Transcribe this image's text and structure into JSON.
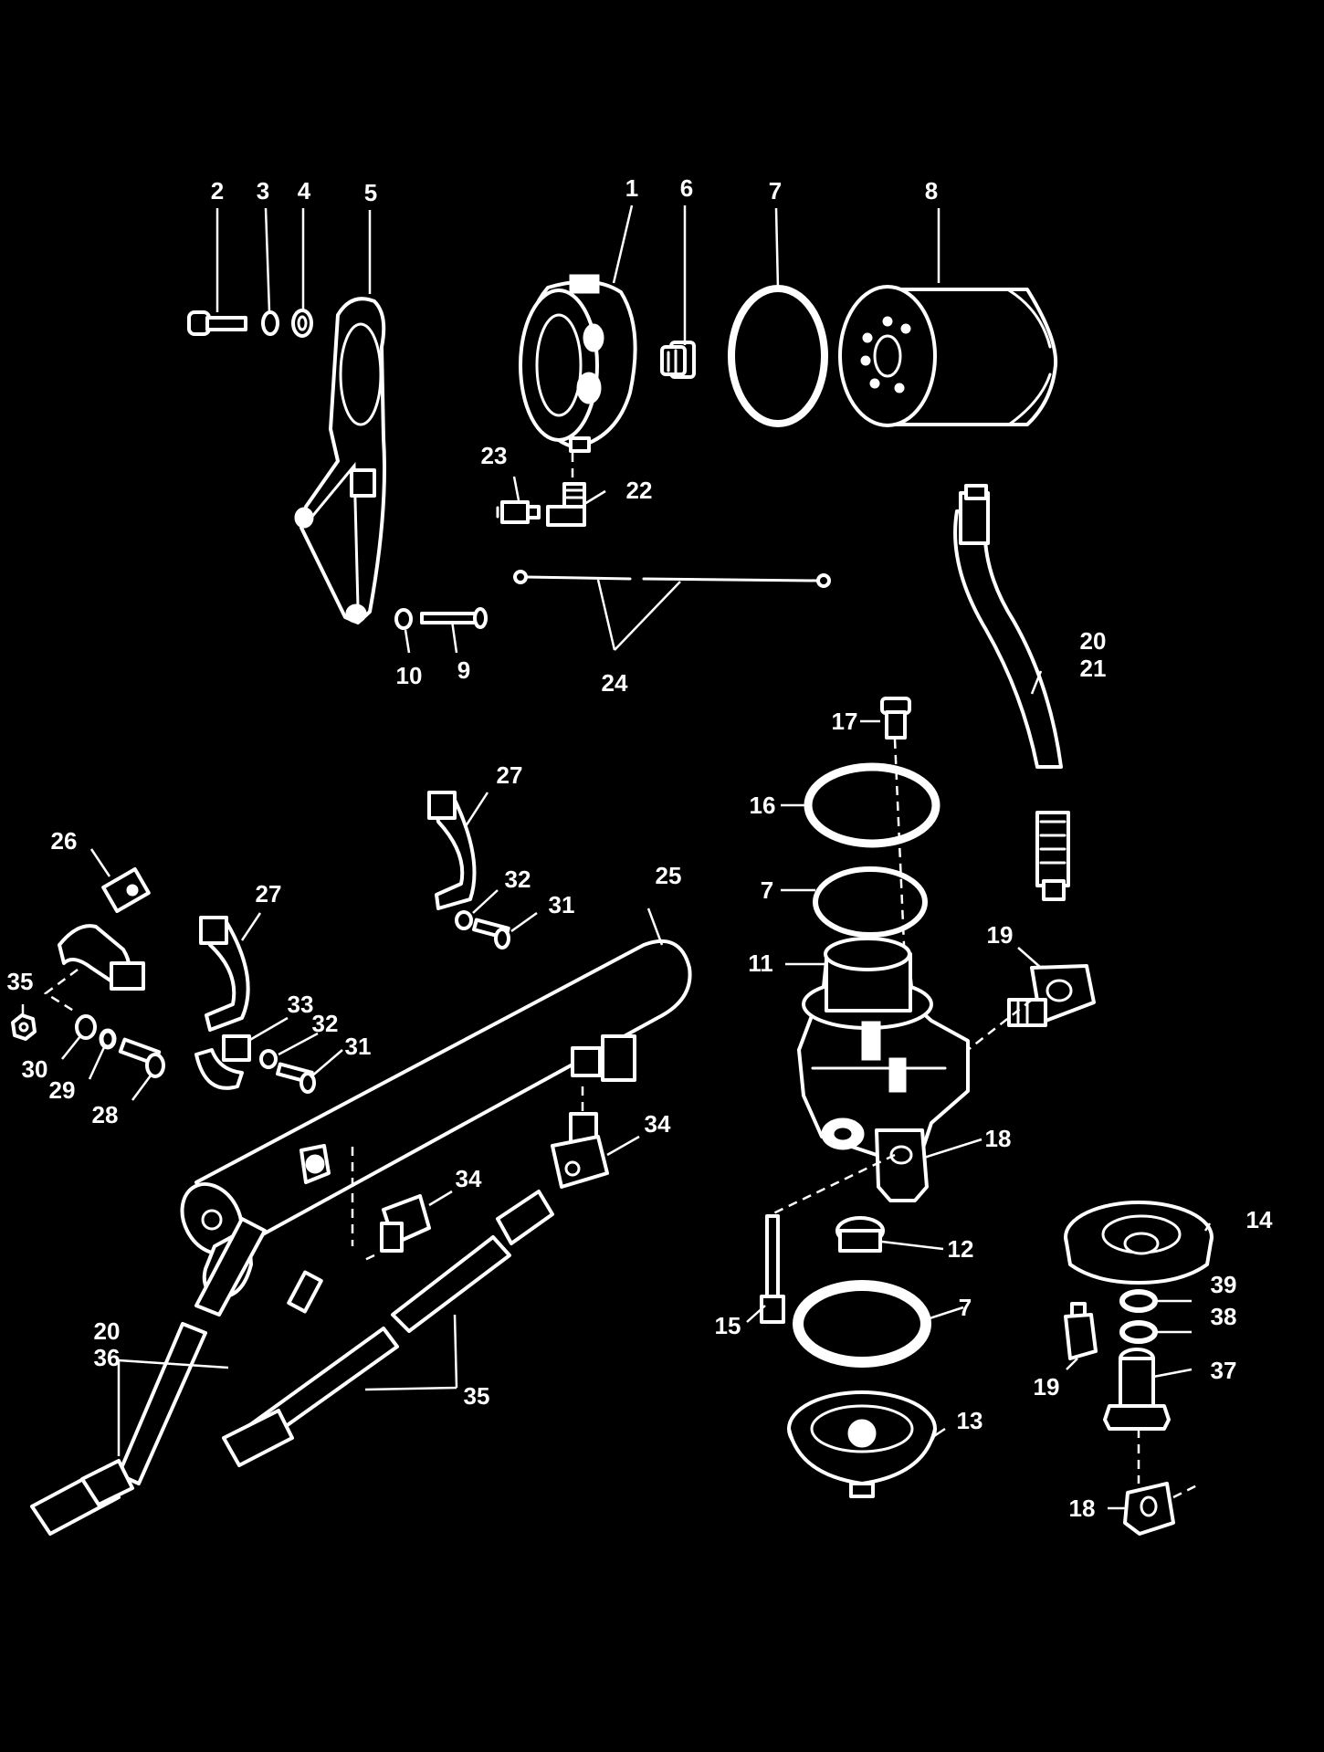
{
  "callouts": {
    "c1": "1",
    "c2": "2",
    "c3": "3",
    "c4": "4",
    "c5": "5",
    "c6": "6",
    "c7a": "7",
    "c7b": "7",
    "c7c": "7",
    "c8": "8",
    "c9": "9",
    "c10": "10",
    "c11": "11",
    "c12": "12",
    "c13": "13",
    "c14": "14",
    "c15": "15",
    "c16": "16",
    "c17": "17",
    "c18a": "18",
    "c18b": "18",
    "c19a": "19",
    "c19b": "19",
    "c20a": "20",
    "c21": "21",
    "c20b": "20",
    "c36": "36",
    "c22": "22",
    "c23": "23",
    "c24": "24",
    "c25": "25",
    "c26": "26",
    "c27a": "27",
    "c27b": "27",
    "c28": "28",
    "c29": "29",
    "c30": "30",
    "c31a": "31",
    "c31b": "31",
    "c32a": "32",
    "c32b": "32",
    "c33": "33",
    "c34a": "34",
    "c34b": "34",
    "c35a": "35",
    "c35b": "35",
    "c37": "37",
    "c38": "38",
    "c39": "39"
  }
}
